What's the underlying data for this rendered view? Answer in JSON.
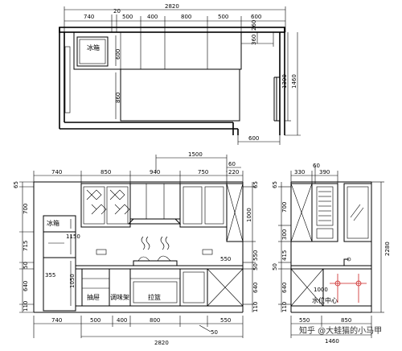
{
  "plan_top": {
    "top_overall": "2820",
    "top_segments": [
      "740",
      "20",
      "500",
      "400",
      "800",
      "500",
      "600"
    ],
    "right_small": [
      "360",
      "260"
    ],
    "right_dims": [
      "1300",
      "1460"
    ],
    "left_dims": [
      "600",
      "860"
    ],
    "bottom_dim": "600",
    "fridge_symbol": "冰箱"
  },
  "front_elevation": {
    "top_overall": "1500",
    "top_small": "60",
    "top_segments": [
      "740",
      "850",
      "940",
      "750",
      "220"
    ],
    "left_dims": [
      "65",
      "700",
      "715",
      "50",
      "640",
      "110"
    ],
    "right_dims": [
      "65",
      "1000",
      "550",
      "50",
      "640",
      "110"
    ],
    "inner_marks": [
      "1150",
      "355",
      "1050",
      "550"
    ],
    "labels": {
      "fridge": "冰箱",
      "drawer": "抽屉",
      "spice_rack": "调味架",
      "basket": "拉篮"
    },
    "bottom_segments": [
      "740",
      "500",
      "400",
      "800",
      "550",
      "50"
    ],
    "bottom_overall": "2820"
  },
  "side_elevation": {
    "top_segments": [
      "330",
      "60",
      "390"
    ],
    "left_dims": [
      "65",
      "700",
      "300",
      "415",
      "50",
      "640",
      "110"
    ],
    "right_dim": "2280",
    "inner_mark": "1000",
    "label_sink": "水位中心",
    "bottom_segments": [
      "550",
      "850"
    ],
    "bottom_overall": "1460"
  },
  "watermark": "知乎 @大蛙猫的小马甲"
}
